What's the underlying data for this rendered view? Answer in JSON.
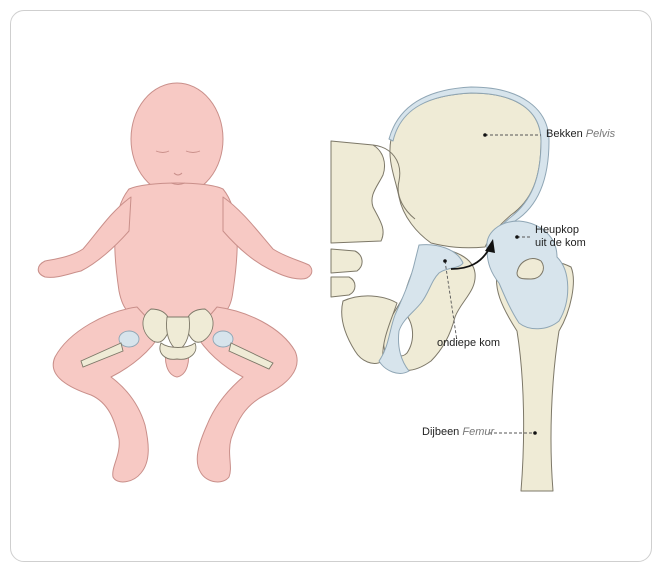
{
  "labels": {
    "pelvis": {
      "name": "Bekken",
      "latin": "Pelvis"
    },
    "femoral_head": {
      "line1": "Heupkop",
      "line2": "uit de kom"
    },
    "shallow_socket": {
      "name": "ondiepe kom"
    },
    "femur": {
      "name": "Dijbeen",
      "latin": "Femur"
    }
  },
  "colors": {
    "skin": "#f7c9c4",
    "skin_outline": "#c98f8a",
    "bone": "#efebd6",
    "bone_outline": "#7d7868",
    "cartilage": "#d7e4ec",
    "cartilage_outline": "#8fa6b5"
  }
}
